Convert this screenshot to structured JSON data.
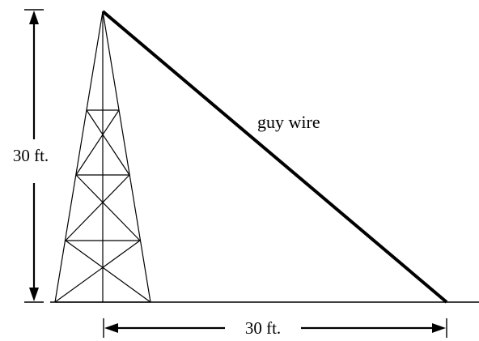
{
  "diagram": {
    "wire_label": "guy wire",
    "height_label": "30 ft.",
    "base_label": "30 ft."
  },
  "colors": {
    "ink": "#000000",
    "background": "#ffffff"
  }
}
